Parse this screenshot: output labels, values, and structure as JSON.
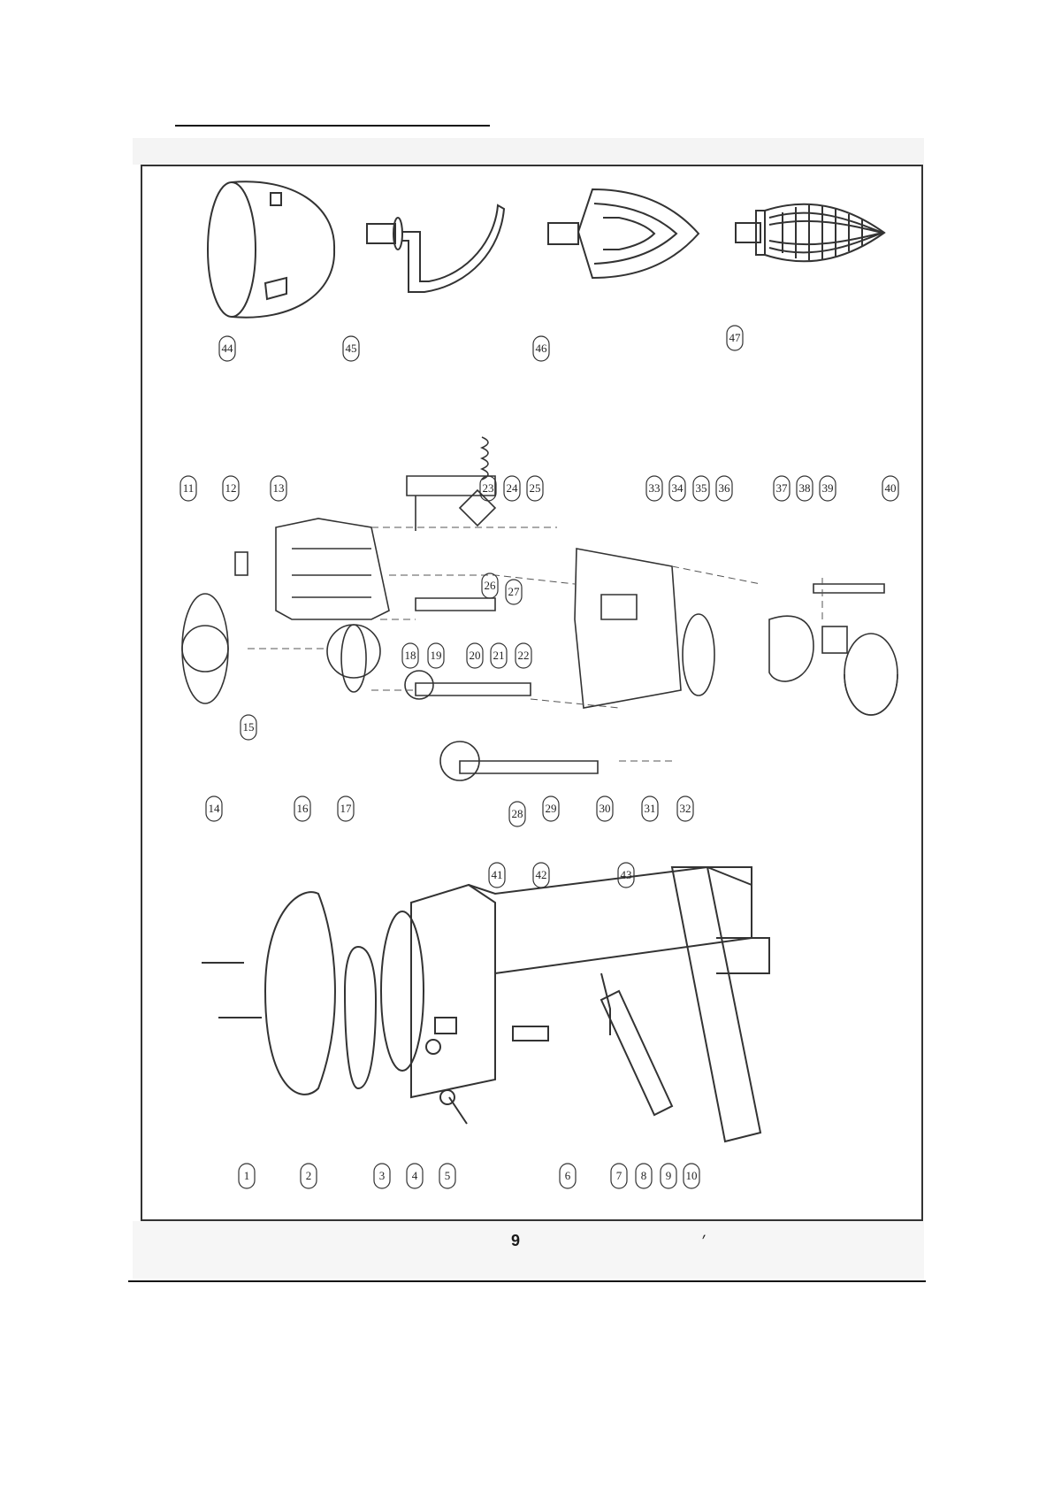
{
  "page": {
    "number": "9",
    "mark": "′"
  },
  "callouts": {
    "accessories": [
      "44",
      "45",
      "46",
      "47"
    ],
    "gearbox": [
      "11",
      "12",
      "13",
      "23",
      "24",
      "25",
      "33",
      "34",
      "35",
      "36",
      "37",
      "38",
      "39",
      "40",
      "26",
      "27",
      "18",
      "19",
      "20",
      "21",
      "22",
      "14",
      "15",
      "16",
      "17",
      "28",
      "29",
      "30",
      "31",
      "32"
    ],
    "body": [
      "41",
      "42",
      "43",
      "1",
      "2",
      "3",
      "4",
      "5",
      "6",
      "7",
      "8",
      "9",
      "10"
    ]
  }
}
